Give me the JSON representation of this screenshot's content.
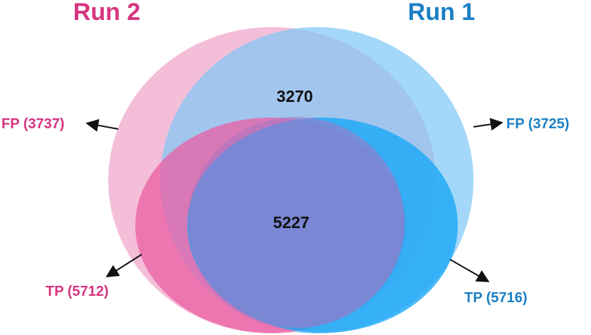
{
  "runs": {
    "run2": {
      "title": "Run 2",
      "color": "#d6357f",
      "fp_label": "FP (3737)",
      "tp_label": "TP (5712)",
      "outer_fill": "#f0a3c8",
      "inner_fill": "#ec5ea3"
    },
    "run1": {
      "title": "Run 1",
      "color": "#1b7fc4",
      "fp_label": "FP (3725)",
      "tp_label": "TP (5716)",
      "outer_fill": "#7ec8f6",
      "inner_fill": "#1aa7f6"
    }
  },
  "overlaps": {
    "fp_overlap": "3270",
    "tp_overlap": "5227"
  },
  "arrow_color": "#111111"
}
